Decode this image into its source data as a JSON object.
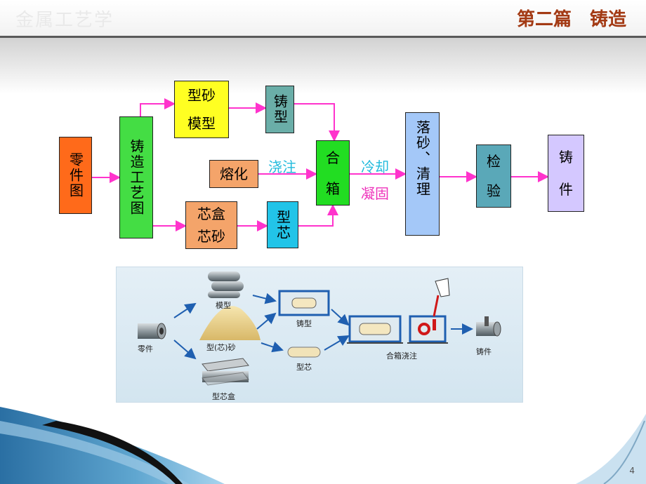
{
  "header": {
    "ghost_text": "金属工艺学",
    "title": "第二篇　铸造"
  },
  "flowchart": {
    "part_drawing": "零件图",
    "casting_process_chart": "铸造工艺图",
    "sand_mold_line1": "型砂",
    "sand_mold_line2": "模型",
    "mold": "铸型",
    "melting": "熔化",
    "pouring": "浇注",
    "core_box_line1": "芯盒",
    "core_box_line2": "芯砂",
    "core": "型芯",
    "assembly_line1": "合",
    "assembly_line2": "箱",
    "cooling": "冷却",
    "solidify": "凝固",
    "shakeout": "落砂、清理",
    "inspection_line1": "检",
    "inspection_line2": "验",
    "casting_line1": "铸",
    "casting_line2": "件"
  },
  "illustration": {
    "model": "模型",
    "part": "零件",
    "sand": "型(芯)砂",
    "core_box": "型芯盒",
    "mold": "铸型",
    "core": "型芯",
    "assembly_pour": "合箱浇注",
    "casting": "铸件"
  },
  "page_number": "4",
  "colors": {
    "title": "#a33a14",
    "arrow": "#ff33cc",
    "part_drawing": "#ff6a1a",
    "process_chart": "#44dd44",
    "sand_mold": "#ffff22",
    "mold": "#6aaea8",
    "melting": "#f4a46a",
    "core_box": "#f4a46a",
    "core": "#22c4e8",
    "assembly": "#22dd22",
    "shakeout": "#a4c8f8",
    "inspection": "#5aa8b8",
    "casting": "#d4c8ff",
    "pouring_text": "#22bbdd",
    "cooling_text": "#22bbdd",
    "solidify_text": "#ee33bb"
  }
}
